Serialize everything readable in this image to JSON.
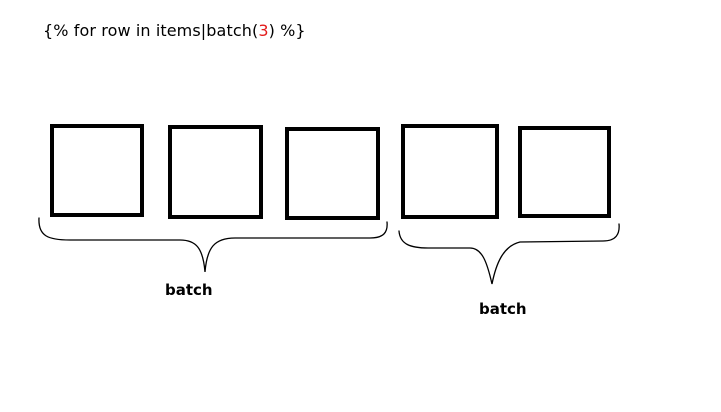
{
  "code": {
    "before": "{% for row in items|batch(",
    "number": "3",
    "after": ") %}"
  },
  "boxes": [
    {
      "name": "box-1"
    },
    {
      "name": "box-2"
    },
    {
      "name": "box-3"
    },
    {
      "name": "box-4"
    },
    {
      "name": "box-5"
    }
  ],
  "groups": [
    {
      "label": "batch",
      "item_count": 3
    },
    {
      "label": "batch",
      "item_count": 2
    }
  ],
  "colors": {
    "stroke": "#000000",
    "highlight": "#e31c1c",
    "background": "#ffffff"
  }
}
